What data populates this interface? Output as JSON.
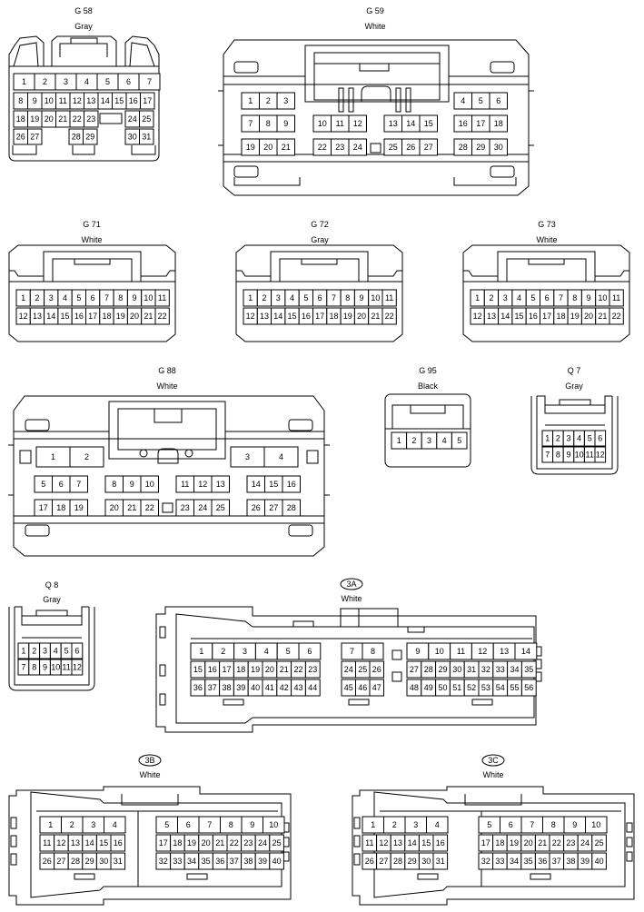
{
  "connectors": {
    "g58": {
      "code": "G 58",
      "color": "Gray",
      "row1": [
        "1",
        "2",
        "3",
        "4",
        "5",
        "6",
        "7"
      ],
      "row2": [
        "8",
        "9",
        "10",
        "11",
        "12",
        "13",
        "14",
        "15",
        "16",
        "17"
      ],
      "row3a": [
        "18",
        "19",
        "20",
        "21",
        "22",
        "23"
      ],
      "row3b": [
        "24",
        "25"
      ],
      "row4a": [
        "26",
        "27"
      ],
      "row4b": [
        "28",
        "29"
      ],
      "row4c": [
        "30",
        "31"
      ]
    },
    "g59": {
      "code": "G 59",
      "color": "White",
      "row1a": [
        "1",
        "2",
        "3"
      ],
      "row1b": [
        "4",
        "5",
        "6"
      ],
      "row2a": [
        "7",
        "8",
        "9"
      ],
      "row2b": [
        "10",
        "11",
        "12"
      ],
      "row2c": [
        "13",
        "14",
        "15"
      ],
      "row2d": [
        "16",
        "17",
        "18"
      ],
      "row3a": [
        "19",
        "20",
        "21"
      ],
      "row3b": [
        "22",
        "23",
        "24"
      ],
      "row3c": [
        "25",
        "26",
        "27"
      ],
      "row3d": [
        "28",
        "29",
        "30"
      ]
    },
    "g71": {
      "code": "G 71",
      "color": "White",
      "row1": [
        "1",
        "2",
        "3",
        "4",
        "5",
        "6",
        "7",
        "8",
        "9",
        "10",
        "11"
      ],
      "row2": [
        "12",
        "13",
        "14",
        "15",
        "16",
        "17",
        "18",
        "19",
        "20",
        "21",
        "22"
      ]
    },
    "g72": {
      "code": "G 72",
      "color": "Gray",
      "row1": [
        "1",
        "2",
        "3",
        "4",
        "5",
        "6",
        "7",
        "8",
        "9",
        "10",
        "11"
      ],
      "row2": [
        "12",
        "13",
        "14",
        "15",
        "16",
        "17",
        "18",
        "19",
        "20",
        "21",
        "22"
      ]
    },
    "g73": {
      "code": "G 73",
      "color": "White",
      "row1": [
        "1",
        "2",
        "3",
        "4",
        "5",
        "6",
        "7",
        "8",
        "9",
        "10",
        "11"
      ],
      "row2": [
        "12",
        "13",
        "14",
        "15",
        "16",
        "17",
        "18",
        "19",
        "20",
        "21",
        "22"
      ]
    },
    "g88": {
      "code": "G 88",
      "color": "White",
      "row1a": [
        "1",
        "2"
      ],
      "row1b": [
        "3",
        "4"
      ],
      "row2a": [
        "5",
        "6",
        "7"
      ],
      "row2b": [
        "8",
        "9",
        "10"
      ],
      "row2c": [
        "11",
        "12",
        "13"
      ],
      "row2d": [
        "14",
        "15",
        "16"
      ],
      "row3a": [
        "17",
        "18",
        "19"
      ],
      "row3b": [
        "20",
        "21",
        "22"
      ],
      "row3c": [
        "23",
        "24",
        "25"
      ],
      "row3d": [
        "26",
        "27",
        "28"
      ]
    },
    "g95": {
      "code": "G 95",
      "color": "Black",
      "row1": [
        "1",
        "2",
        "3",
        "4",
        "5"
      ]
    },
    "q7": {
      "code": "Q 7",
      "color": "Gray",
      "row1": [
        "1",
        "2",
        "3",
        "4",
        "5",
        "6"
      ],
      "row2": [
        "7",
        "8",
        "9",
        "10",
        "11",
        "12"
      ]
    },
    "q8": {
      "code": "Q 8",
      "color": "Gray",
      "row1": [
        "1",
        "2",
        "3",
        "4",
        "5",
        "6"
      ],
      "row2": [
        "7",
        "8",
        "9",
        "10",
        "11",
        "12"
      ]
    },
    "c3a": {
      "code": "3A",
      "color": "White",
      "b1r1": [
        "1",
        "2",
        "3",
        "4",
        "5",
        "6"
      ],
      "b1r2": [
        "15",
        "16",
        "17",
        "18",
        "19",
        "20",
        "21",
        "22",
        "23"
      ],
      "b1r3": [
        "36",
        "37",
        "38",
        "39",
        "40",
        "41",
        "42",
        "43",
        "44"
      ],
      "b2r1": [
        "7",
        "8"
      ],
      "b2r2": [
        "24",
        "25",
        "26"
      ],
      "b2r3": [
        "45",
        "46",
        "47"
      ],
      "b3r1": [
        "9",
        "10",
        "11",
        "12",
        "13",
        "14"
      ],
      "b3r2": [
        "27",
        "28",
        "29",
        "30",
        "31",
        "32",
        "33",
        "34",
        "35"
      ],
      "b3r3": [
        "48",
        "49",
        "50",
        "51",
        "52",
        "53",
        "54",
        "55",
        "56"
      ]
    },
    "c3b": {
      "code": "3B",
      "color": "White",
      "l1": [
        "1",
        "2",
        "3",
        "4"
      ],
      "l2": [
        "11",
        "12",
        "13",
        "14",
        "15",
        "16"
      ],
      "l3": [
        "26",
        "27",
        "28",
        "29",
        "30",
        "31"
      ],
      "r1": [
        "5",
        "6",
        "7",
        "8",
        "9",
        "10"
      ],
      "r2": [
        "17",
        "18",
        "19",
        "20",
        "21",
        "22",
        "23",
        "24",
        "25"
      ],
      "r3": [
        "32",
        "33",
        "34",
        "35",
        "36",
        "37",
        "38",
        "39",
        "40"
      ]
    },
    "c3c": {
      "code": "3C",
      "color": "White",
      "l1": [
        "1",
        "2",
        "3",
        "4"
      ],
      "l2": [
        "11",
        "12",
        "13",
        "14",
        "15",
        "16"
      ],
      "l3": [
        "26",
        "27",
        "28",
        "29",
        "30",
        "31"
      ],
      "r1": [
        "5",
        "6",
        "7",
        "8",
        "9",
        "10"
      ],
      "r2": [
        "17",
        "18",
        "19",
        "20",
        "21",
        "22",
        "23",
        "24",
        "25"
      ],
      "r3": [
        "32",
        "33",
        "34",
        "35",
        "36",
        "37",
        "38",
        "39",
        "40"
      ]
    }
  }
}
